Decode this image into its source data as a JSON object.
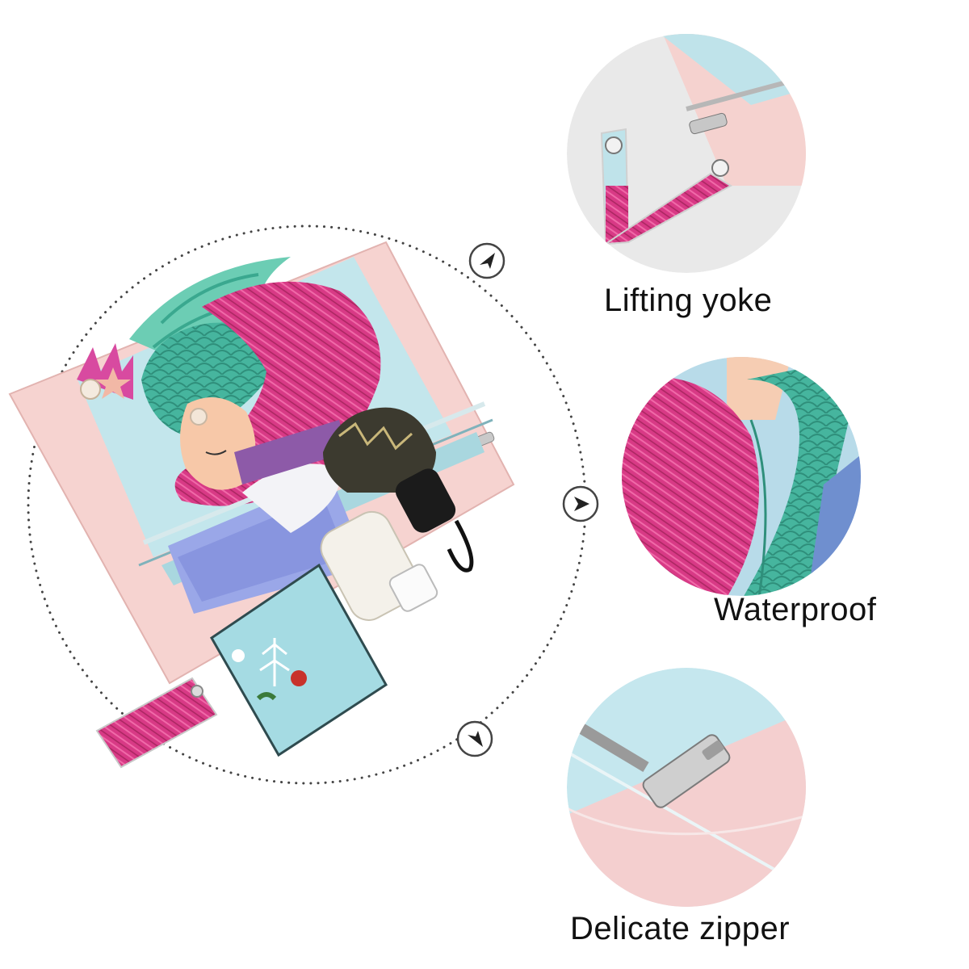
{
  "features": [
    {
      "label": "Lifting yoke",
      "detail_image": "wrist-strap-closeup"
    },
    {
      "label": "Waterproof",
      "detail_image": "mermaid-fabric-closeup"
    },
    {
      "label": "Delicate zipper",
      "detail_image": "zipper-pull-closeup"
    }
  ],
  "colors": {
    "pink": "#f4cfcf",
    "aqua": "#bfe3ea",
    "magenta": "#d83a86",
    "teal": "#46b59e",
    "circle_bg": "#ececec"
  },
  "icons": [
    "arrow-badge-icon",
    "arrow-badge-icon",
    "arrow-badge-icon"
  ]
}
